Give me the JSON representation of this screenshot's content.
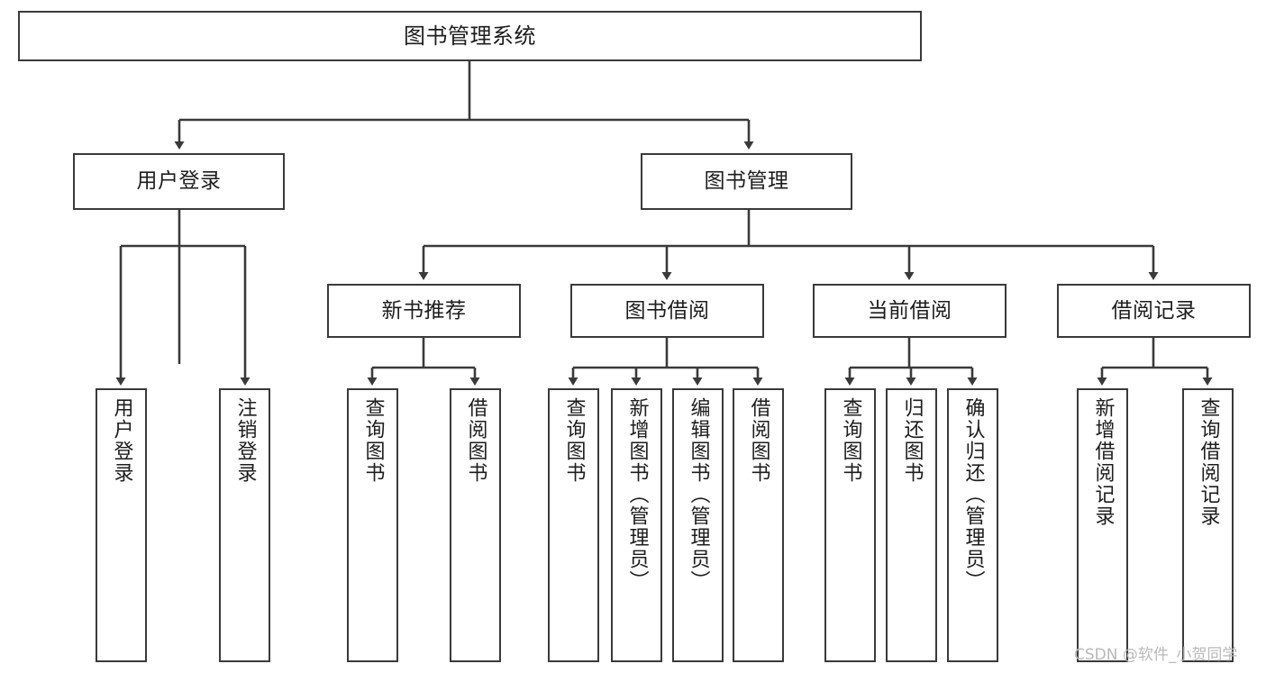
{
  "diagram": {
    "title": "图书管理系统",
    "type": "tree",
    "watermark": "CSDN @软件_小贺同学",
    "line_color": "#3a3a3a",
    "box_fill": "#ffffff",
    "text_color": "#1d1d1d"
  },
  "nodes": {
    "root": {
      "label": "图书管理系统"
    },
    "level1": [
      {
        "label": "用户登录"
      },
      {
        "label": "图书管理"
      }
    ],
    "level2": [
      {
        "label": "新书推荐"
      },
      {
        "label": "图书借阅"
      },
      {
        "label": "当前借阅"
      },
      {
        "label": "借阅记录"
      }
    ],
    "leaves": [
      {
        "label": "用户登录"
      },
      {
        "label": "注销登录"
      },
      {
        "label": "查询图书"
      },
      {
        "label": "借阅图书"
      },
      {
        "label": "查询图书"
      },
      {
        "label": "新增图书（管理员）"
      },
      {
        "label": "编辑图书（管理员）"
      },
      {
        "label": "借阅图书"
      },
      {
        "label": "查询图书"
      },
      {
        "label": "归还图书"
      },
      {
        "label": "确认归还（管理员）"
      },
      {
        "label": "新增借阅记录"
      },
      {
        "label": "查询借阅记录"
      }
    ]
  }
}
